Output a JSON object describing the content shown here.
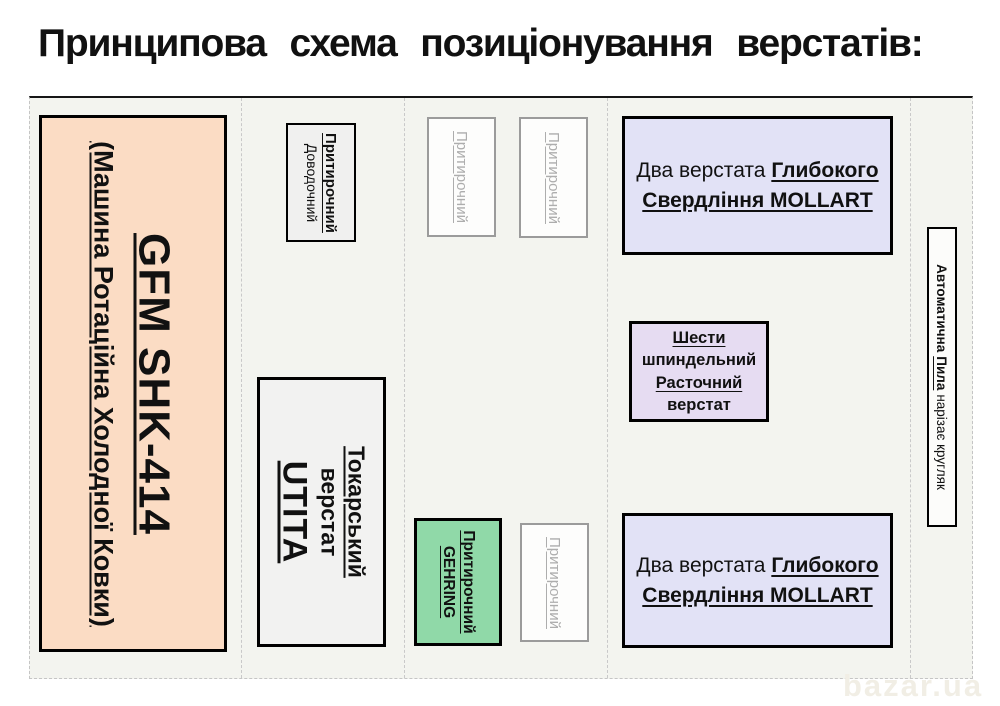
{
  "title": "Принципова схема позиціонування верстатів:",
  "watermark": "bazar.ua",
  "colors": {
    "gfm_fill": "#FBDCC4",
    "mollart_fill": "#E2E2F6",
    "six_spindle_fill": "#E6DCF2",
    "gehring_fill": "#90D9A8",
    "neutral_fill": "#F0F0EF",
    "floor_bg": "#F3F4EF",
    "ghost_text": "#ADADAD"
  },
  "machines": {
    "gfm": {
      "name": "GFM SHK-414",
      "desc": "(Машина Ротаційна Холодної Ковки)"
    },
    "lapping_finishing": {
      "line1": "Притирочний",
      "line2": "Доводочний"
    },
    "ghost_boxes": [
      {
        "label": "Притирочний"
      },
      {
        "label": "Притирочний"
      },
      {
        "label": "Притирочний"
      }
    ],
    "mollart_top": {
      "prefix": "Два верстата",
      "bold1": "Глибокого",
      "bold2": "Свердління MOLLART"
    },
    "mollart_bottom": {
      "prefix": "Два верстата",
      "bold1": "Глибокого",
      "bold2": "Свердління MOLLART"
    },
    "six_spindle": {
      "line1": "Шести",
      "line2": "шпиндельний",
      "line3": "Расточний",
      "line4": "верстат"
    },
    "utita": {
      "line1": "Токарський",
      "line2": "верстат",
      "line3": "UTITA"
    },
    "gehring": {
      "line1": "Притирочний",
      "line2": "GEHRING"
    },
    "saw": {
      "bold": "Автоматична",
      "bold_underline": "Пила",
      "rest": "нарізає кругляк"
    }
  }
}
